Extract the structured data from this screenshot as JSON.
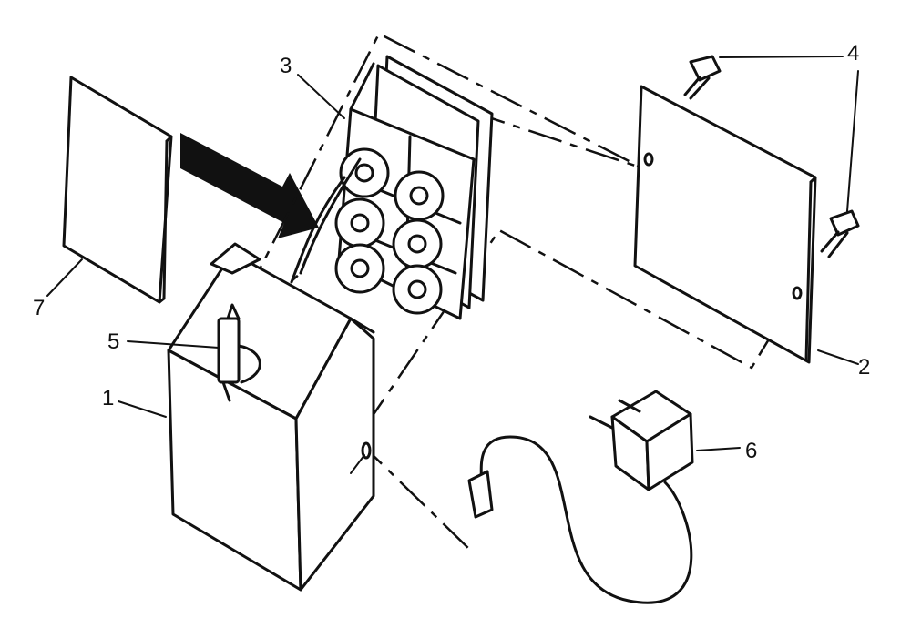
{
  "callouts": [
    {
      "id": "1",
      "label": "1"
    },
    {
      "id": "2",
      "label": "2"
    },
    {
      "id": "3",
      "label": "3"
    },
    {
      "id": "4",
      "label": "4"
    },
    {
      "id": "5",
      "label": "5"
    },
    {
      "id": "6",
      "label": "6"
    },
    {
      "id": "7",
      "label": "7"
    }
  ],
  "colors": {
    "ink": "#111111",
    "paper": "#ffffff"
  }
}
